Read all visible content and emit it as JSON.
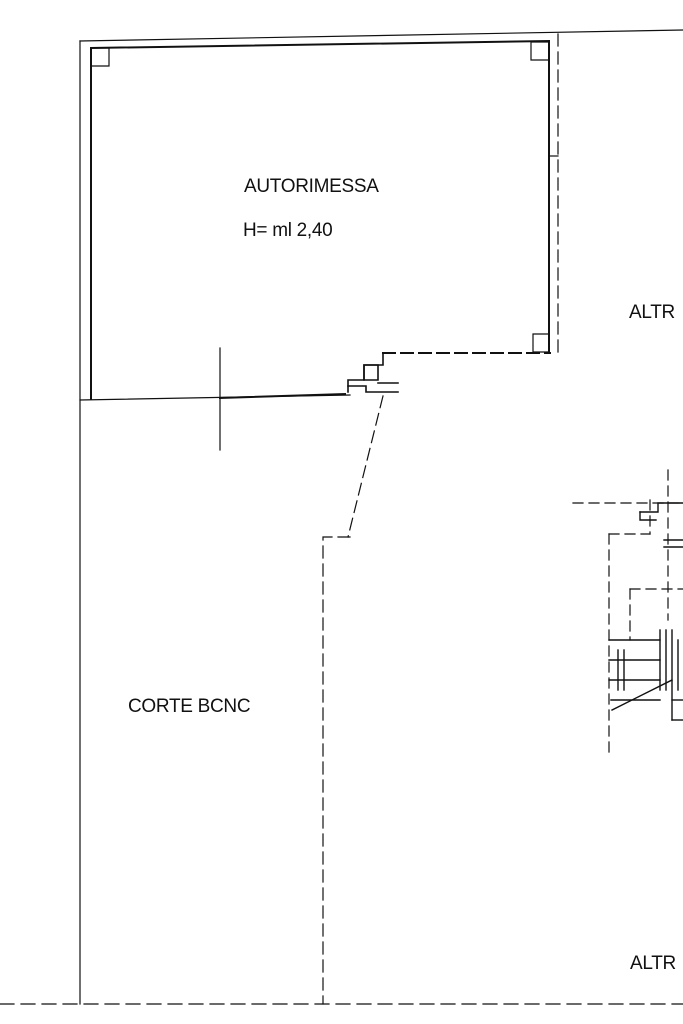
{
  "rooms": {
    "garage": {
      "name": "AUTORIMESSA",
      "height_note": "H= ml 2,40"
    },
    "courtyard": {
      "name": "CORTE BCNC"
    },
    "other_property_top": {
      "name": "ALTR"
    },
    "other_property_bottom": {
      "name": "ALTR"
    }
  },
  "style": {
    "line_color": "#111111",
    "background": "#ffffff"
  }
}
